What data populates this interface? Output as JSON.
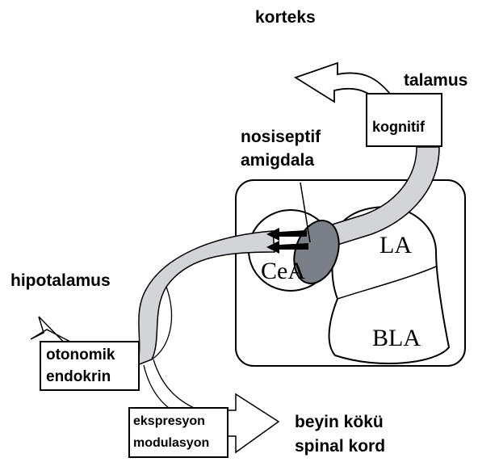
{
  "labels": {
    "korteks": "korteks",
    "talamus": "talamus",
    "kognitif": "kognitif",
    "nosiseptif": "nosiseptif",
    "amigdala": "amigdala",
    "la": "LA",
    "cea": "CeA",
    "bla": "BLA",
    "hipotalamus": "hipotalamus",
    "otonomik": "otonomik",
    "endokrin": "endokrin",
    "ekspresyon": "ekspresyon",
    "modulasyon": "modulasyon",
    "beyin_koku": "beyin kökü",
    "spinal_kord": "spinal kord"
  },
  "colors": {
    "pathway_fill": "#d2d4d8",
    "nucleus_fill": "#7b7f86",
    "outline": "#000000"
  }
}
